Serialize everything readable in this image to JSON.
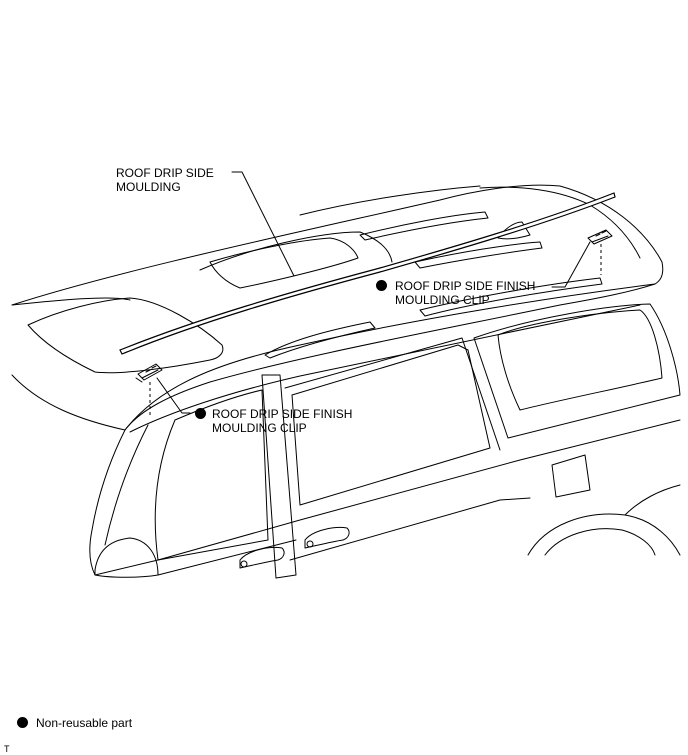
{
  "callouts": {
    "moulding": {
      "line1": "ROOF DRIP SIDE",
      "line2": "MOULDING"
    },
    "clip_right": {
      "line1": "ROOF DRIP SIDE FINISH",
      "line2": "MOULDING CLIP"
    },
    "clip_left": {
      "line1": "ROOF DRIP SIDE FINISH",
      "line2": "MOULDING CLIP"
    }
  },
  "legend": {
    "non_reusable": "Non-reusable part"
  },
  "corner_mark": "T",
  "icons": {
    "non_reusable": "filled-circle-icon"
  }
}
